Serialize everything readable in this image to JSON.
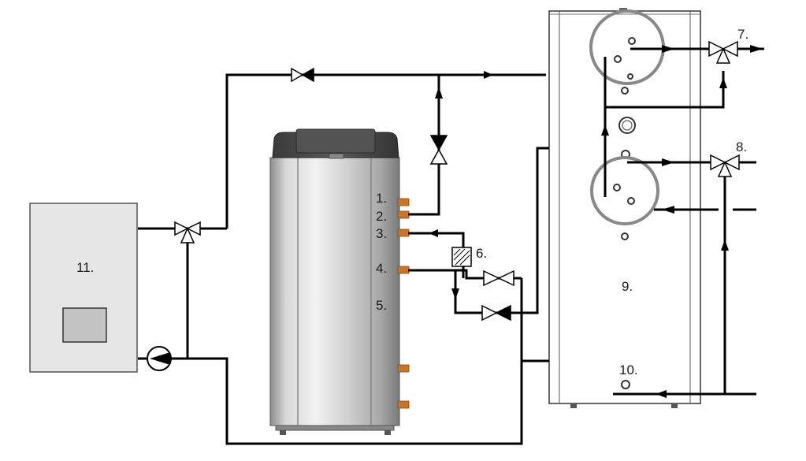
{
  "labels": {
    "l1": "1.",
    "l2": "2.",
    "l3": "3.",
    "l4": "4.",
    "l5": "5.",
    "l6": "6.",
    "l7": "7.",
    "l8": "8.",
    "l9": "9.",
    "l10": "10.",
    "l11": "11."
  },
  "colors": {
    "pipe": "#000000",
    "heat_pump_body": "#c9c9c9",
    "heat_pump_top": "#4a4a4a",
    "connection": "#c8752a",
    "boiler_fill": "#e6e6e6",
    "tank_fill": "#ffffff"
  },
  "icons": [
    "valve-icon",
    "three-way-valve-icon",
    "pump-icon",
    "filter-icon",
    "flow-arrow-icon"
  ]
}
